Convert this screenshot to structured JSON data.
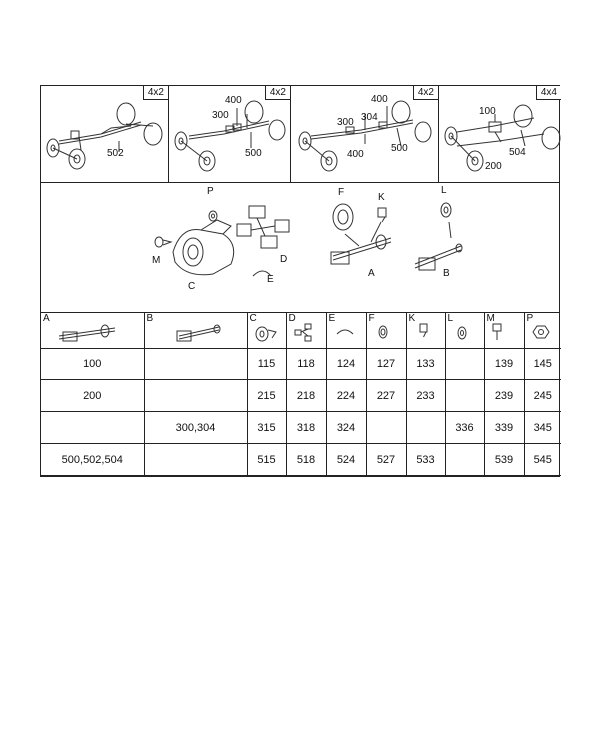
{
  "panels": [
    {
      "drive": "4x2",
      "callouts": [
        "502"
      ]
    },
    {
      "drive": "4x2",
      "callouts": [
        "400",
        "300",
        "500"
      ]
    },
    {
      "drive": "4x2",
      "callouts": [
        "400",
        "300",
        "304",
        "400",
        "500"
      ]
    },
    {
      "drive": "4x4",
      "callouts": [
        "100",
        "504",
        "200"
      ]
    }
  ],
  "exploded": {
    "labels": [
      "P",
      "M",
      "C",
      "D",
      "E",
      "F",
      "K",
      "A",
      "L",
      "B"
    ]
  },
  "table": {
    "columns": [
      "A",
      "B",
      "C",
      "D",
      "E",
      "F",
      "K",
      "L",
      "M",
      "P"
    ],
    "rows": [
      [
        "100",
        "",
        "115",
        "118",
        "124",
        "127",
        "133",
        "",
        "139",
        "145"
      ],
      [
        "200",
        "",
        "215",
        "218",
        "224",
        "227",
        "233",
        "",
        "239",
        "245"
      ],
      [
        "",
        "300,304",
        "315",
        "318",
        "324",
        "",
        "",
        "336",
        "339",
        "345"
      ],
      [
        "500,502,504",
        "",
        "515",
        "518",
        "524",
        "527",
        "533",
        "",
        "539",
        "545"
      ],
      [
        "",
        "",
        "",
        "",
        "",
        "",
        "",
        "",
        "",
        ""
      ]
    ]
  }
}
